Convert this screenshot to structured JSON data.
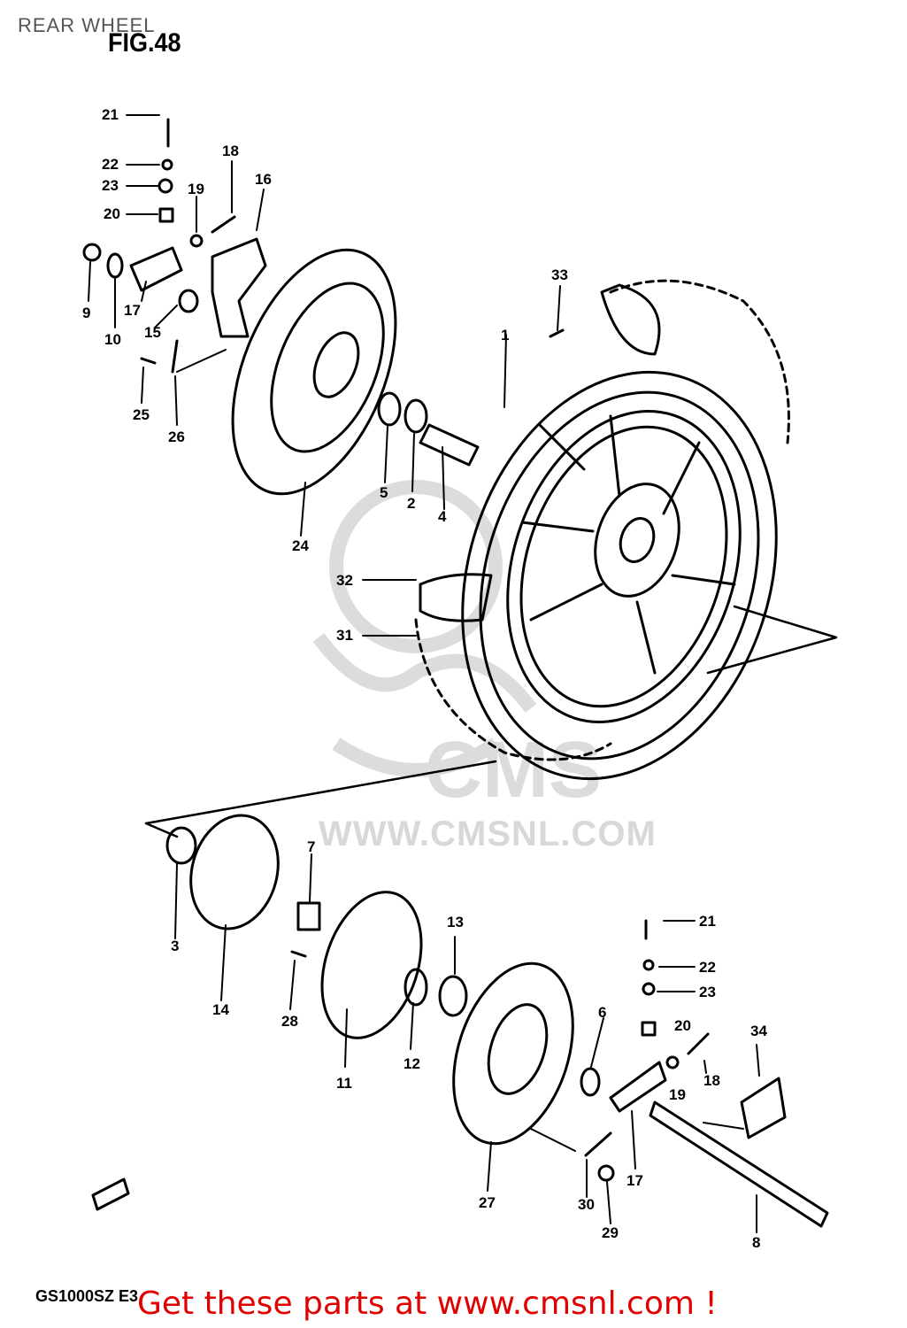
{
  "header": {
    "page_title": "REAR WHEEL",
    "figure_label": "FIG.48"
  },
  "watermark": {
    "logo_text": "CMS",
    "url_text": "WWW.CMSNL.COM"
  },
  "footer": {
    "model_code": "GS1000SZ E3",
    "cta": "Get these parts at www.cmsnl.com !"
  },
  "callouts": {
    "c1": "1",
    "c2": "2",
    "c3": "3",
    "c4": "4",
    "c5": "5",
    "c6": "6",
    "c7": "7",
    "c8": "8",
    "c9": "9",
    "c10": "10",
    "c11": "11",
    "c12": "12",
    "c13": "13",
    "c14": "14",
    "c15": "15",
    "c16": "16",
    "c17": "17",
    "c18": "18",
    "c19": "19",
    "c20": "20",
    "c21": "21",
    "c22": "22",
    "c23": "23",
    "c24": "24",
    "c25": "25",
    "c26": "26",
    "c27": "27",
    "c28": "28",
    "c29": "29",
    "c30": "30",
    "c31": "31",
    "c32": "32",
    "c33": "33",
    "c34": "34"
  },
  "colors": {
    "line": "#000000",
    "watermark": "#d8d8d8",
    "cta": "#e00000"
  }
}
